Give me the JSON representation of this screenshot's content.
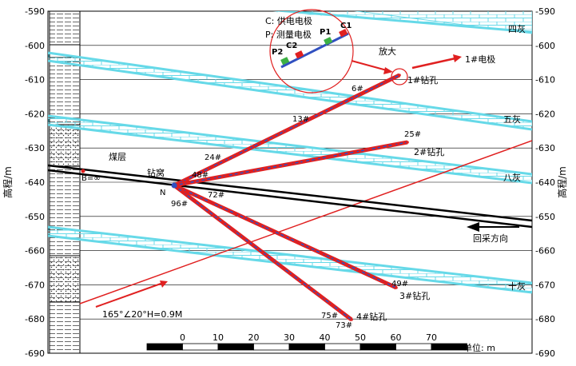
{
  "axis": {
    "left_label": "高程/m",
    "right_label": "高程/m",
    "ticks": [
      "-590",
      "-600",
      "-610",
      "-620",
      "-630",
      "-640",
      "-650",
      "-660",
      "-670",
      "-680",
      "-690"
    ]
  },
  "legend": {
    "c_line": "C: 供电电极",
    "p_line": "P: 测量电极",
    "electrodes": [
      "P2",
      "C2",
      "P1",
      "C1"
    ]
  },
  "labels": {
    "magnify": "放大",
    "electrode1": "1#电极",
    "hole1": "1#钻孔",
    "hole2": "2#钻孔",
    "hole3": "3#钻孔",
    "hole4": "4#钻孔",
    "coal_seam": "煤层",
    "drill_nest": "钻窝",
    "b_inf": "B=∞",
    "n": "N",
    "mining_dir": "回采方向",
    "fault": "165°∠20°H=0.9M"
  },
  "limestone_labels": [
    "四灰",
    "五灰",
    "八灰",
    "十灰"
  ],
  "electrode_numbers": [
    "6#",
    "13#",
    "24#",
    "48#",
    "25#",
    "72#",
    "96#",
    "49#",
    "75#",
    "73#"
  ],
  "scale_bar": {
    "ticks": [
      "0",
      "10",
      "20",
      "30",
      "40",
      "50",
      "60",
      "70"
    ],
    "unit": "单位: m"
  },
  "colors": {
    "limestone": "#66d9e8",
    "hole_red": "#e02020",
    "hole_blue": "#3050c0",
    "coal": "#000000",
    "electrode_green": "#3cb043"
  }
}
